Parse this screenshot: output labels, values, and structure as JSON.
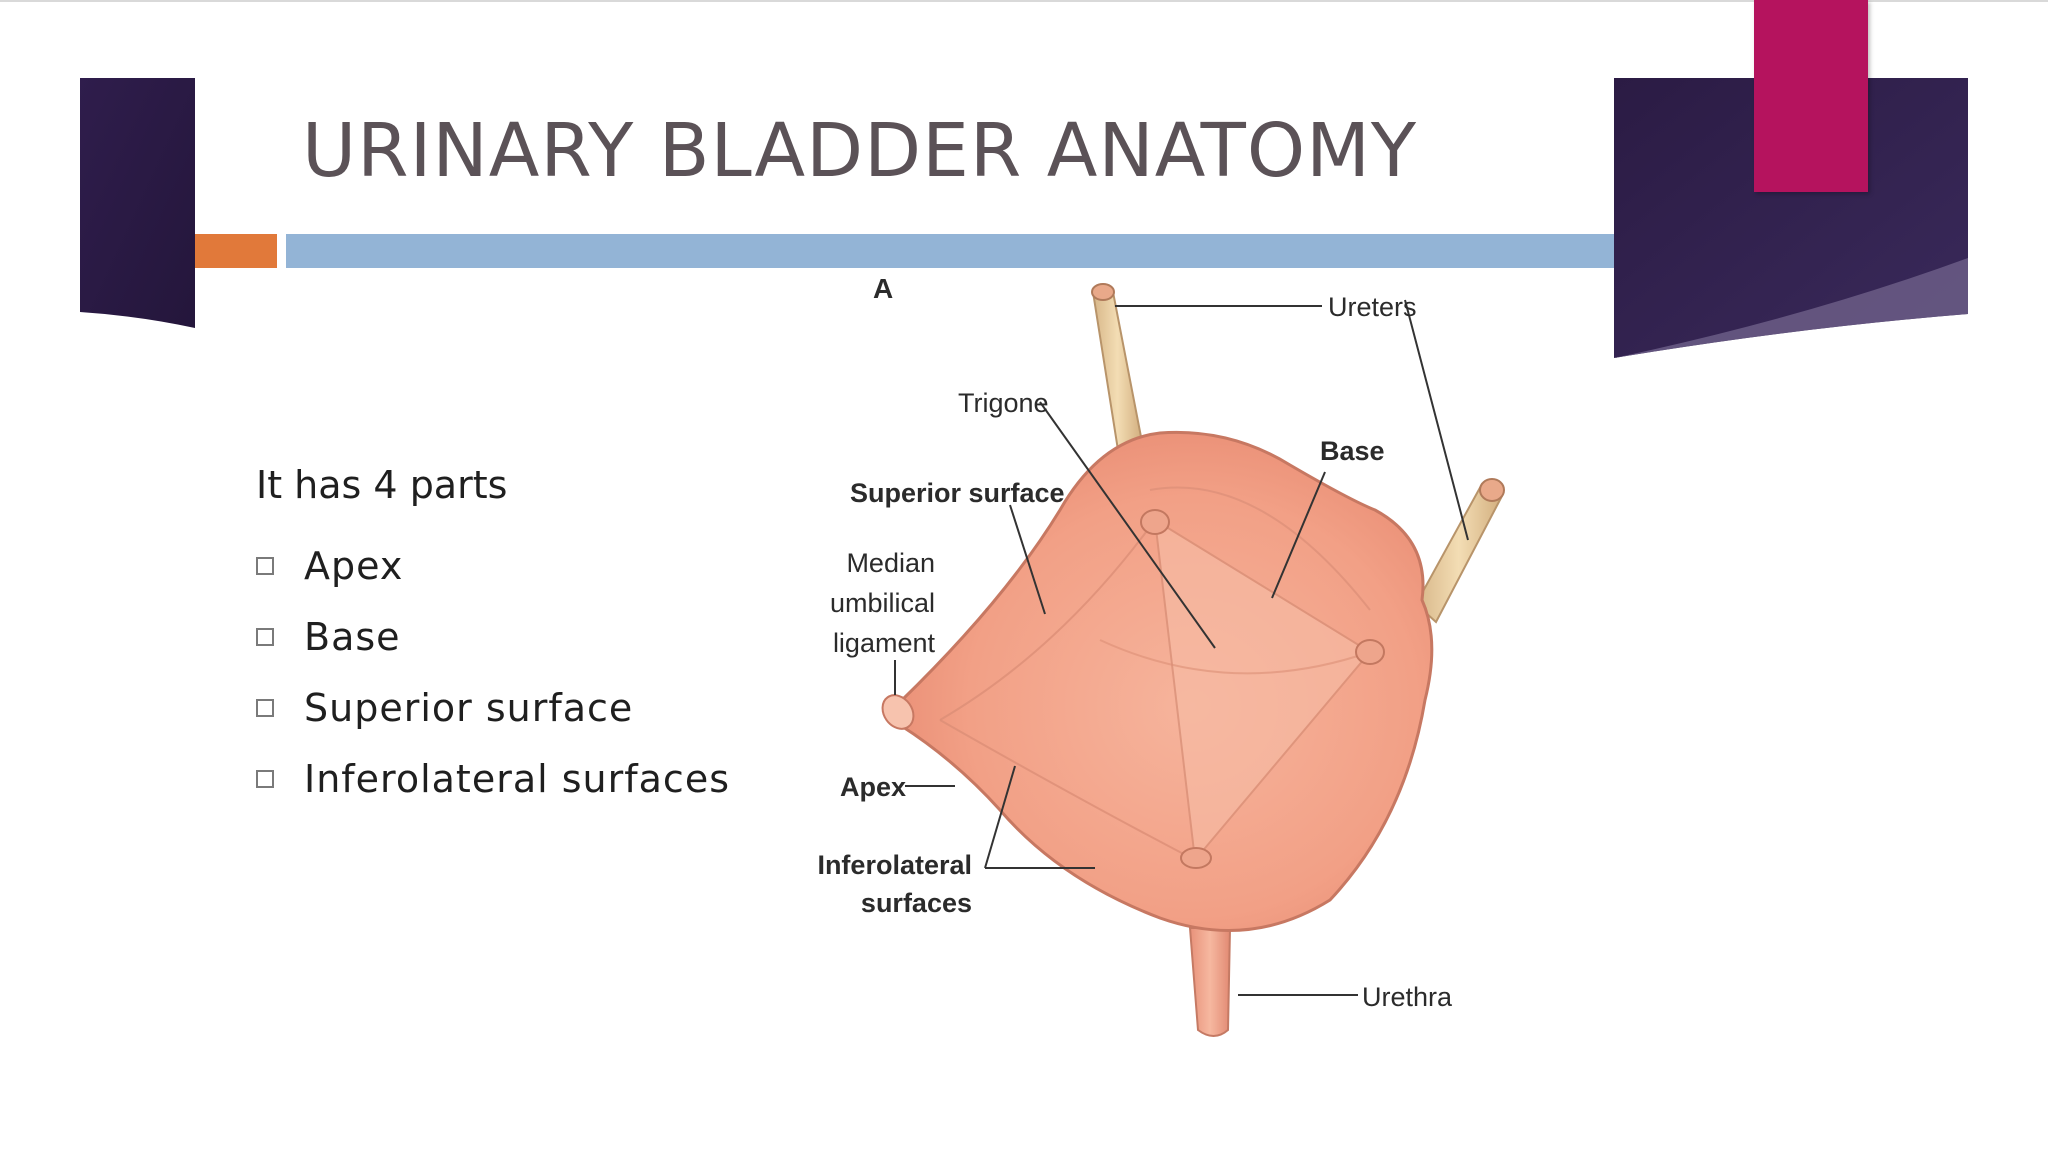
{
  "slide": {
    "title": "URINARY BLADDER ANATOMY",
    "intro": "It has 4 parts",
    "parts": [
      "Apex",
      "Base",
      "Superior surface",
      "Inferolateral surfaces"
    ]
  },
  "figure": {
    "panel_letter": "A",
    "labels": {
      "ureters": "Ureters",
      "trigone": "Trigone",
      "base": "Base",
      "superior_surface": "Superior surface",
      "median_1": "Median",
      "median_2": "umbilical",
      "median_3": "ligament",
      "apex": "Apex",
      "inferolateral_1": "Inferolateral",
      "inferolateral_2": "surfaces",
      "urethra": "Urethra"
    }
  },
  "colors": {
    "dark_purple": "#2a1b45",
    "magenta": "#b5135e",
    "orange": "#e1793a",
    "light_blue": "#93b4d6",
    "title_gray": "#5b5257",
    "bladder_pink": "#f4a98e",
    "tube_tan": "#ecd3a6"
  }
}
